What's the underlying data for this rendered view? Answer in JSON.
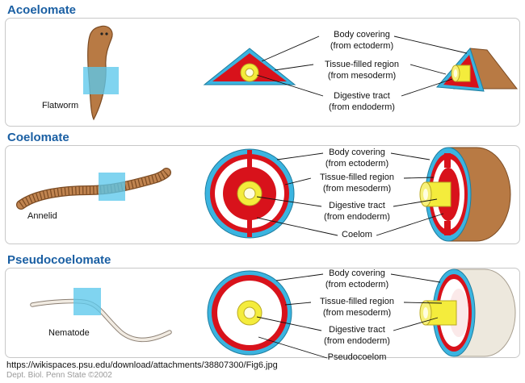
{
  "sections": [
    {
      "title": "Acoelomate",
      "organism": "Flatworm",
      "labels": [
        {
          "line1": "Body covering",
          "line2": "(from ectoderm)"
        },
        {
          "line1": "Tissue-filled region",
          "line2": "(from mesoderm)"
        },
        {
          "line1": "Digestive tract",
          "line2": "(from endoderm)"
        }
      ]
    },
    {
      "title": "Coelomate",
      "organism": "Annelid",
      "labels": [
        {
          "line1": "Body covering",
          "line2": "(from ectoderm)"
        },
        {
          "line1": "Tissue-filled region",
          "line2": "(from mesoderm)"
        },
        {
          "line1": "Digestive tract",
          "line2": "(from endoderm)"
        },
        {
          "line1": "Coelom",
          "line2": ""
        }
      ]
    },
    {
      "title": "Pseudocoelomate",
      "organism": "Nematode",
      "labels": [
        {
          "line1": "Body covering",
          "line2": "(from ectoderm)"
        },
        {
          "line1": "Tissue-filled region",
          "line2": "(from mesoderm)"
        },
        {
          "line1": "Digestive tract",
          "line2": "(from endoderm)"
        },
        {
          "line1": "Pseudocoelom",
          "line2": ""
        }
      ]
    }
  ],
  "footer": {
    "url": "https://wikispaces.psu.edu/download/attachments/38807300/Fig6.jpg",
    "credit": "Dept. Biol. Penn State ©2002"
  },
  "colors": {
    "title": "#1a5fa3",
    "ectoderm": "#3bb4e0",
    "mesoderm": "#d8121b",
    "endoderm": "#f4ec3c",
    "worm": "#b87a44",
    "highlight": "#5cc8ec"
  }
}
